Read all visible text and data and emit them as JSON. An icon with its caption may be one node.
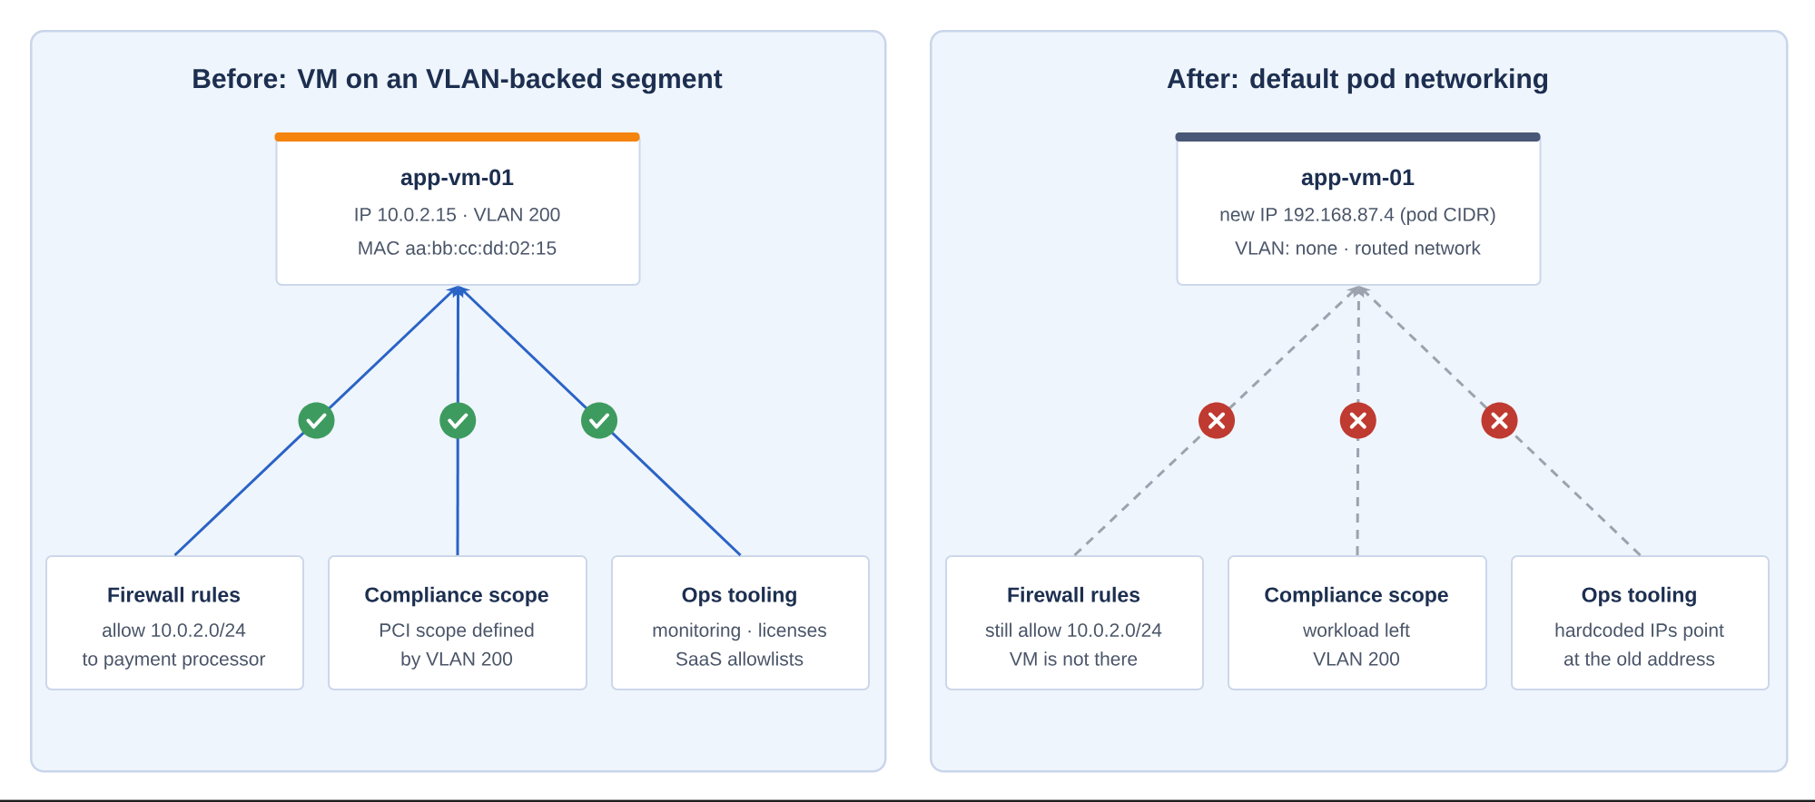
{
  "diagram": {
    "nodes": [
      {
        "text": [
          "Before: VM on an VLAN-backed segment"
        ]
      },
      {
        "text": [
          "app-vm-01",
          "IP 10.0.2.15 · VLAN 200",
          "MAC aa:bb:cc:dd:02:15"
        ],
        "in": 0
      },
      {
        "text": [
          "Firewall rules",
          "allow 10.0.2.0/24",
          "to payment processor"
        ],
        "in": 0
      },
      {
        "text": [
          "Compliance scope",
          "PCI scope defined",
          "by VLAN 200"
        ],
        "in": 0
      },
      {
        "text": [
          "Ops tooling",
          "monitoring · licenses",
          "SaaS allowlists"
        ],
        "in": 0
      },
      {
        "text": [
          "After: default pod networking"
        ]
      },
      {
        "text": [
          "app-vm-01",
          "new IP 192.168.87.4 (pod CIDR)",
          "VLAN: none · routed network"
        ],
        "in": 5
      },
      {
        "text": [
          "Firewall rules",
          "still allow 10.0.2.0/24",
          "VM is not there"
        ],
        "in": 5
      },
      {
        "text": [
          "Compliance scope",
          "workload left",
          "VLAN 200"
        ],
        "in": 5
      },
      {
        "text": [
          "Ops tooling",
          "hardcoded IPs point",
          "at the old address"
        ],
        "in": 5
      }
    ],
    "edges": [
      {
        "from": 2,
        "to": 1,
        "arrow": "to",
        "color": "#2a63c6"
      },
      {
        "from": 3,
        "to": 1,
        "arrow": "to",
        "color": "#2a63c6"
      },
      {
        "from": 4,
        "to": 1,
        "arrow": "to",
        "color": "#2a63c6"
      },
      {
        "from": 7,
        "to": 6,
        "arrow": "to",
        "style": "dashed",
        "color": "#9ca3af"
      },
      {
        "from": 8,
        "to": 6,
        "arrow": "to",
        "style": "dashed",
        "color": "#9ca3af"
      },
      {
        "from": 9,
        "to": 6,
        "arrow": "to",
        "style": "dashed",
        "color": "#9ca3af"
      }
    ]
  }
}
